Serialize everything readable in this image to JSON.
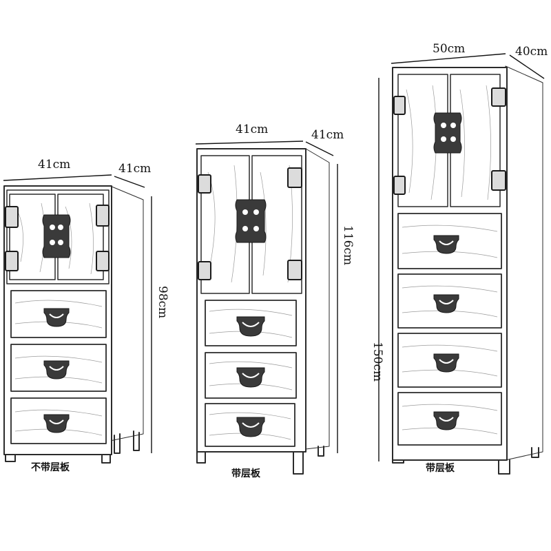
{
  "cabinets": [
    {
      "id": "small",
      "width_label": "41cm",
      "depth_label": "41cm",
      "height_label": "98cm",
      "caption": "不带层板"
    },
    {
      "id": "medium",
      "width_label": "41cm",
      "depth_label": "41cm",
      "height_label": "116cm",
      "caption": "带层板"
    },
    {
      "id": "large",
      "width_label": "50cm",
      "depth_label": "40cm",
      "height_label": "150cm",
      "caption": "带层板"
    }
  ],
  "colors": {
    "ink": "#2a2a2a",
    "background": "#ffffff",
    "hardware": "#3a3a3a"
  }
}
